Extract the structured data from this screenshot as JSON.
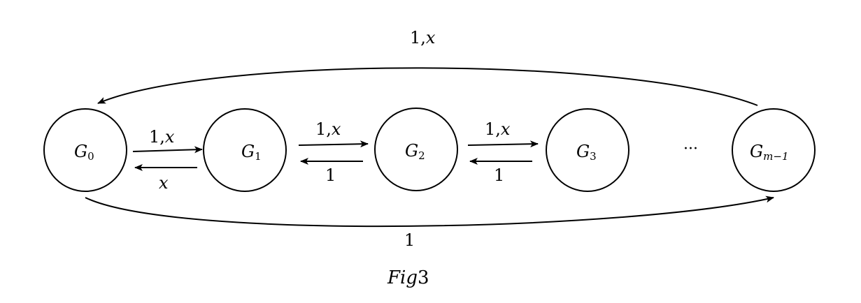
{
  "figure": {
    "caption_var": "Fig",
    "caption_num": "3"
  },
  "nodes": [
    {
      "id": "g0",
      "base": "G",
      "sub": "0"
    },
    {
      "id": "g1",
      "base": "G",
      "sub": "1"
    },
    {
      "id": "g2",
      "base": "G",
      "sub": "2"
    },
    {
      "id": "g3",
      "base": "G",
      "sub": "3"
    },
    {
      "id": "gm1",
      "base": "G",
      "sub": "m−1"
    }
  ],
  "ellipsis": "···",
  "edges": {
    "g0_g1": {
      "num": "1,",
      "var": "x"
    },
    "g1_g0": {
      "var": "x"
    },
    "g1_g2": {
      "num": "1,",
      "var": "x"
    },
    "g2_g1": {
      "num": "1"
    },
    "g2_g3": {
      "num": "1,",
      "var": "x"
    },
    "g3_g2": {
      "num": "1"
    },
    "gm1_g0_top": {
      "num": "1,",
      "var": "x"
    },
    "g0_gm1_bottom": {
      "num": "1"
    }
  },
  "colors": {
    "stroke": "#000000",
    "background": "#ffffff"
  }
}
